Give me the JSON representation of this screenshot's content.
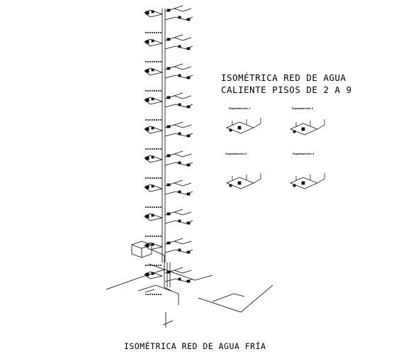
{
  "titles": {
    "hot_line1": "ISOMÉTRICA RED DE AGUA",
    "hot_line2": "CALIENTE PISOS DE 2 A 9",
    "cold": "ISOMÉTRICA RED DE AGUA FRÍA"
  },
  "apartments": [
    {
      "label": "Departamento 1"
    },
    {
      "label": "Departamento 2"
    },
    {
      "label": "Departamento 3"
    },
    {
      "label": "Departamento 4"
    }
  ],
  "floor_count": 9
}
